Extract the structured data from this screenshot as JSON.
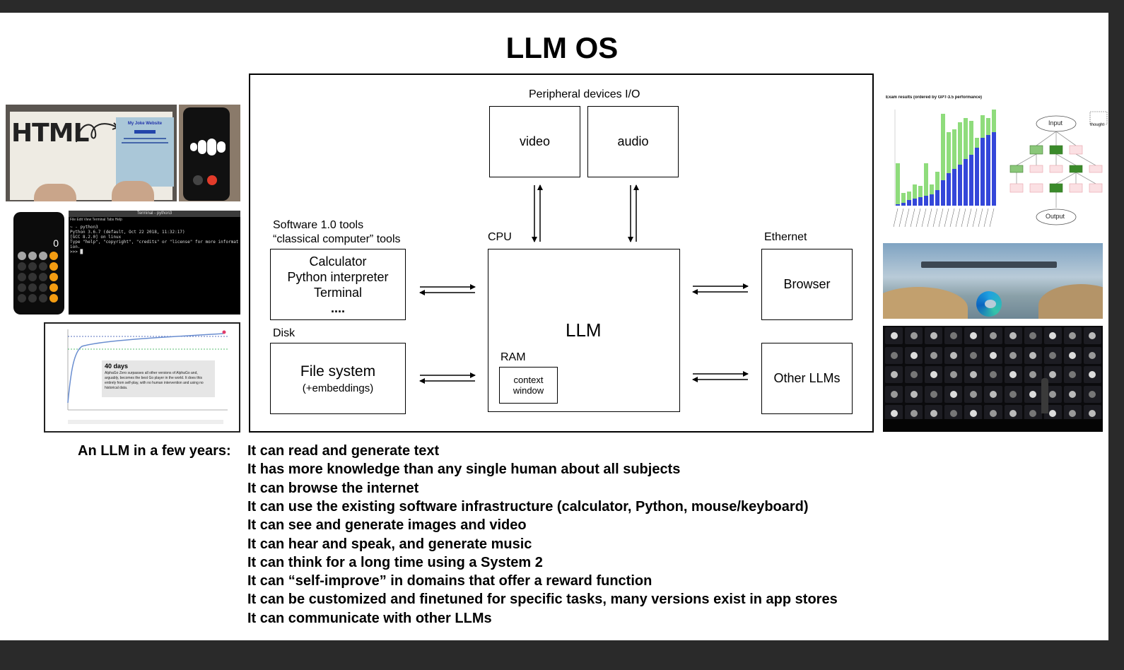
{
  "title": "LLM OS",
  "diagram": {
    "peripheral_label": "Peripheral devices I/O",
    "video": "video",
    "audio": "audio",
    "cpu_label": "CPU",
    "llm": "LLM",
    "ram_label": "RAM",
    "context_window": "context\nwindow",
    "software_label_line1": "Software 1.0 tools",
    "software_label_line2": "“classical computer” tools",
    "tools": [
      "Calculator",
      "Python interpreter",
      "Terminal",
      "...."
    ],
    "disk_label": "Disk",
    "file_system": "File system",
    "embeddings": "(+embeddings)",
    "ethernet_label": "Ethernet",
    "browser": "Browser",
    "other_llms": "Other LLMs"
  },
  "thumbnails": {
    "html_sketch": "HTML",
    "joke_site_title": "My Joke Website",
    "calculator_display": "0",
    "terminal_title": "Terminal - python3",
    "terminal_menu": "File  Edit  View  Terminal  Tabs  Help",
    "terminal_lines": "~ - python3\nPython 3.6.7 (default, Oct 22 2018, 11:32:17)\n[GCC 8.2.0] on linux\nType \"help\", \"copyright\", \"credits\" or \"license\" for more informat\nion.\n>>> █",
    "alphago_heading": "40 days",
    "alphago_text": "AlphaGo Zero surpasses all other versions of AlphaGo and, arguably, becomes the best Go player in the world. It does this entirely from self-play, with no human intervention and using no historical data.",
    "exam_title": "Exam results (ordered by GPT-3.5 performance)",
    "tot_input": "Input",
    "tot_output": "Output",
    "tot_thought": "thought"
  },
  "bullets_intro": "An LLM in a few years:",
  "bullets": [
    "It can read and generate text",
    "It has more knowledge than any single human about all subjects",
    "It can browse the internet",
    "It can use the existing software infrastructure (calculator, Python, mouse/keyboard)",
    "It can see and generate images and video",
    "It can hear and speak, and generate music",
    "It can think for a long time using a System 2",
    "It can “self-improve” in domains that offer a reward function",
    "It can be customized and finetuned for specific tasks, many versions exist in app stores",
    "It can communicate with other LLMs"
  ]
}
